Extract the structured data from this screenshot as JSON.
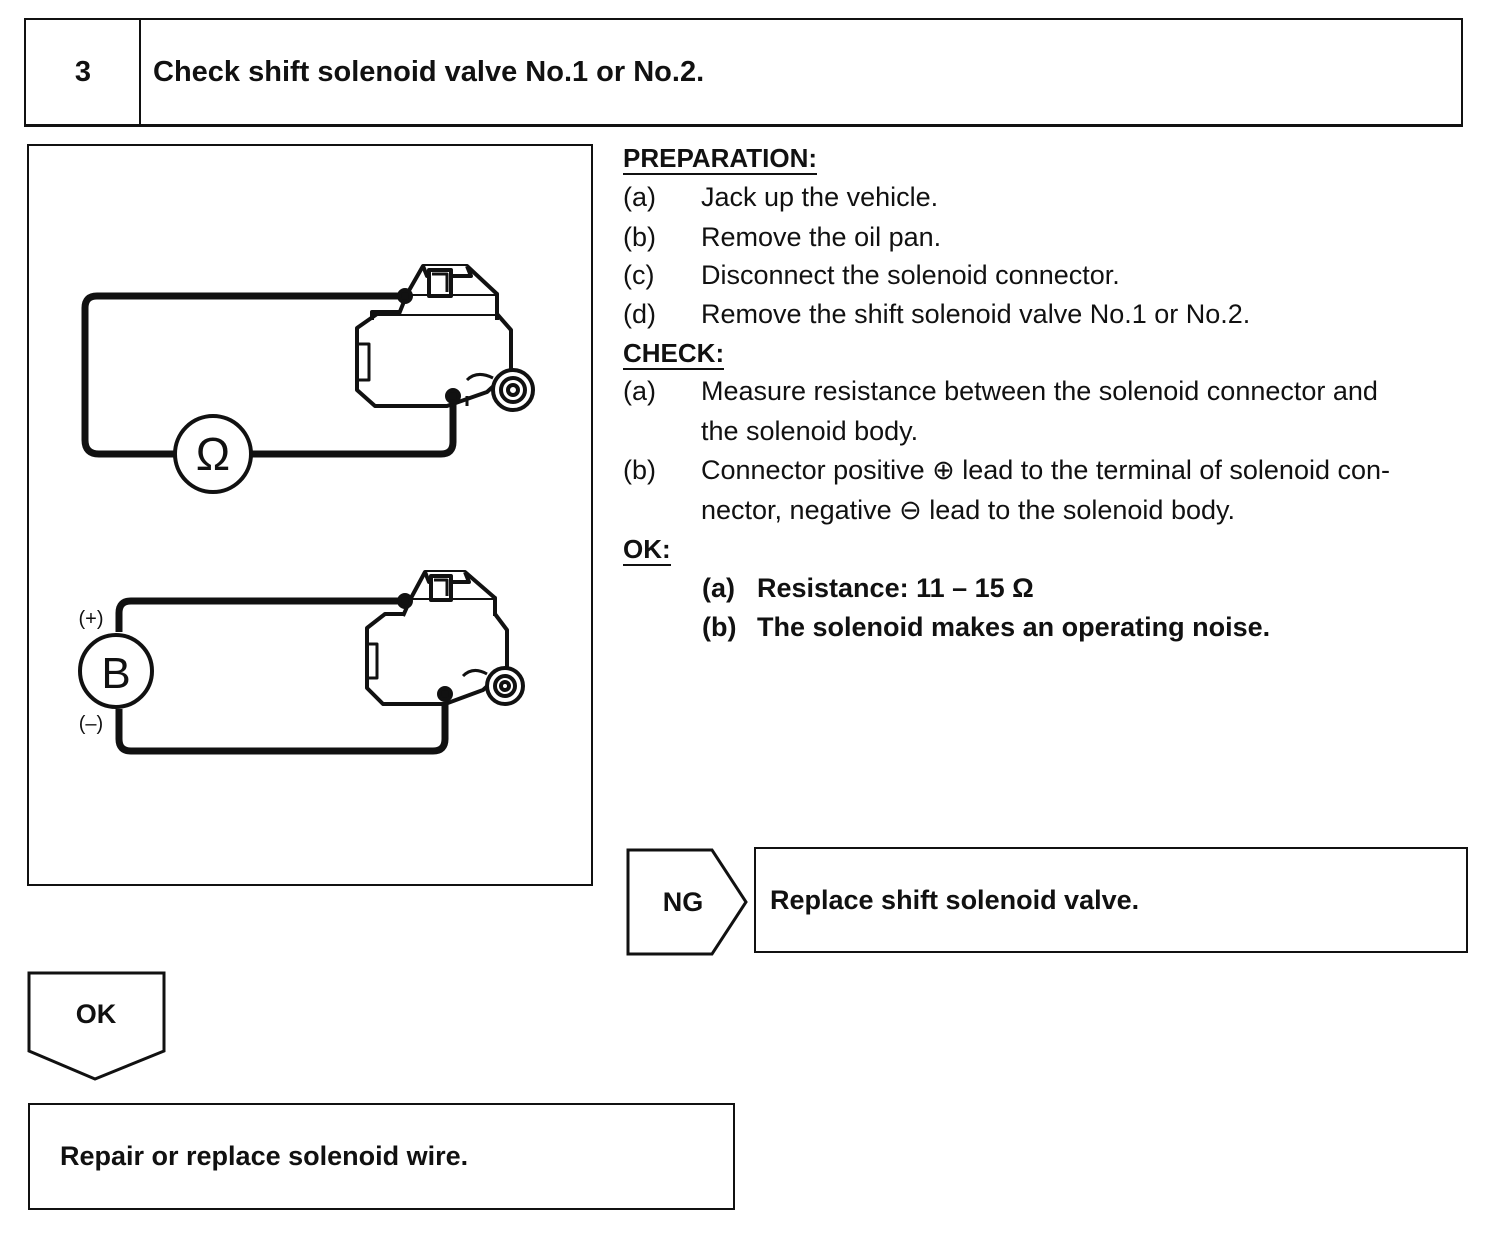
{
  "header": {
    "step": "3",
    "title": "Check shift solenoid valve No.1 or No.2."
  },
  "figure": {
    "ohmmeter_symbol": "Ω",
    "battery_symbol": "B",
    "battery_plus": "(+)",
    "battery_minus": "(–)"
  },
  "preparation": {
    "label": "PREPARATION:",
    "items": [
      {
        "letter": "(a)",
        "text": "Jack up the vehicle."
      },
      {
        "letter": "(b)",
        "text": "Remove the oil pan."
      },
      {
        "letter": "(c)",
        "text": "Disconnect the solenoid connector."
      },
      {
        "letter": "(d)",
        "text": "Remove the shift solenoid valve No.1 or No.2."
      }
    ]
  },
  "check": {
    "label": "CHECK:",
    "items": [
      {
        "letter": "(a)",
        "line1": "Measure resistance between the solenoid connector and",
        "line2": "the solenoid body."
      },
      {
        "letter": "(b)",
        "line1": "Connector positive ⊕ lead to the terminal of solenoid con-",
        "line2": "nector, negative ⊖ lead to the solenoid body."
      }
    ]
  },
  "ok_spec": {
    "label": "OK:",
    "items": [
      {
        "letter": "(a)",
        "text": "Resistance: 11 – 15 Ω"
      },
      {
        "letter": "(b)",
        "text": "The solenoid makes an operating noise."
      }
    ]
  },
  "ng_branch": {
    "tag": "NG",
    "result": "Replace shift solenoid valve."
  },
  "ok_branch": {
    "tag": "OK",
    "result": "Repair or replace solenoid wire."
  }
}
